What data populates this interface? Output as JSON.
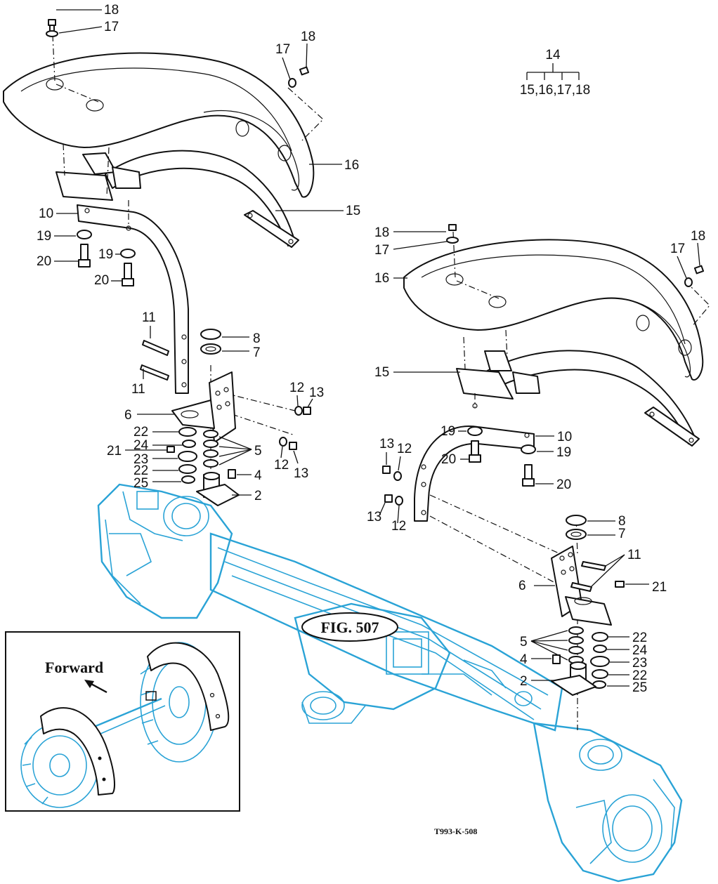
{
  "figure": {
    "drawing_code": "T993-K-508",
    "reference_label": "FIG. 507",
    "inset_label": "Forward"
  },
  "kit": {
    "parent": "14",
    "children": "15,16,17,18"
  },
  "callouts_left": {
    "c18a": "18",
    "c17a": "17",
    "c17b": "17",
    "c18b": "18",
    "c16": "16",
    "c15": "15",
    "c10": "10",
    "c19a": "19",
    "c20a": "20",
    "c19b": "19",
    "c20b": "20",
    "c11a": "11",
    "c11b": "11",
    "c8": "8",
    "c7": "7",
    "c6": "6",
    "c12a": "12",
    "c13a": "13",
    "c12b": "12",
    "c13b": "13",
    "c22a": "22",
    "c24": "24",
    "c21": "21",
    "c23": "23",
    "c22b": "22",
    "c25": "25",
    "c5": "5",
    "c4": "4",
    "c2": "2"
  },
  "callouts_right": {
    "c18a": "18",
    "c17a": "17",
    "c16": "16",
    "c17b": "17",
    "c18b": "18",
    "c15": "15",
    "c10": "10",
    "c19a": "19",
    "c19b": "19",
    "c20a": "20",
    "c20b": "20",
    "c13a": "13",
    "c12a": "12",
    "c13b": "13",
    "c12b": "12",
    "c8": "8",
    "c7": "7",
    "c11": "11",
    "c6": "6",
    "c21": "21",
    "c5": "5",
    "c22a": "22",
    "c24": "24",
    "c4": "4",
    "c23": "23",
    "c2": "2",
    "c22b": "22",
    "c25": "25"
  },
  "colors": {
    "line": "#111111",
    "housing": "#2aa3d6",
    "background": "#ffffff"
  }
}
